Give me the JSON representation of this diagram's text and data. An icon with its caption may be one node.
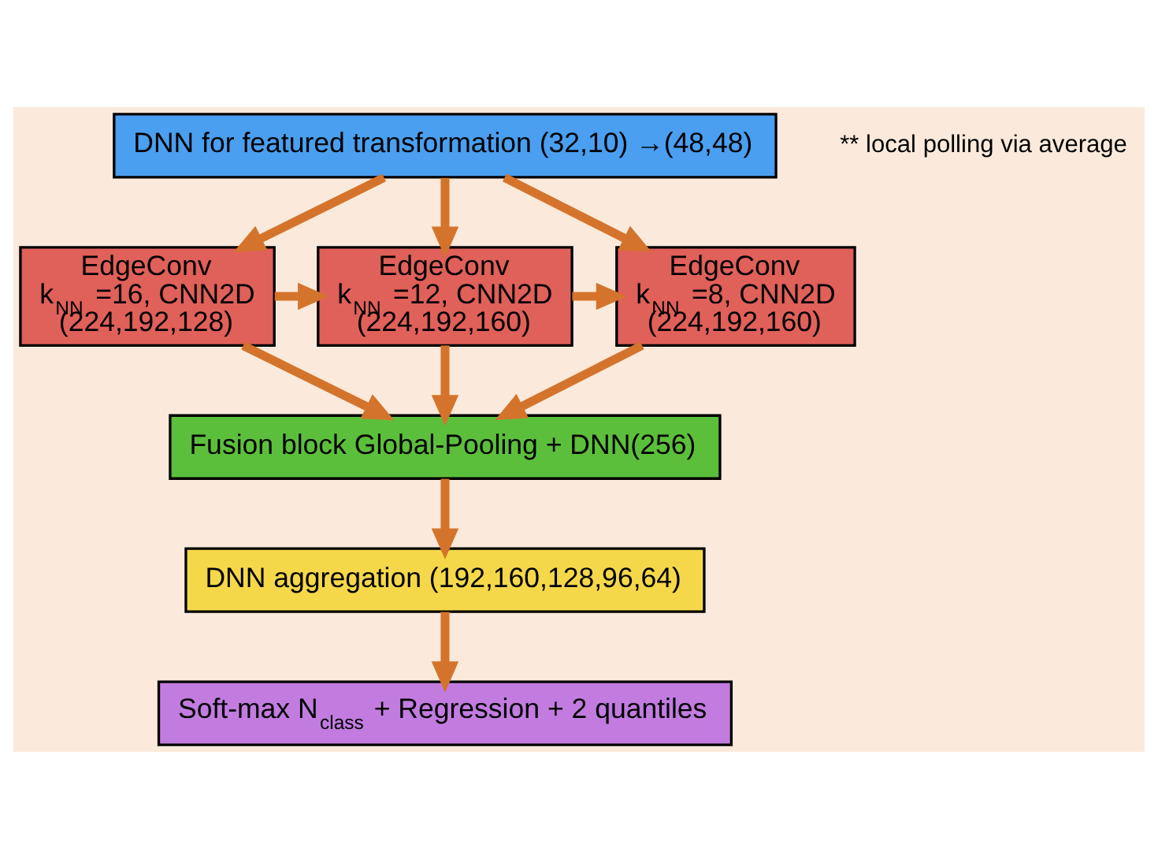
{
  "diagram": {
    "nodes": [
      {
        "text": [
          "DNN for featured transformation (32,10) →(48,48)"
        ]
      },
      {
        "text": [
          "EdgeConv",
          "k$_{NN}$ =16, CNN2D",
          "(224,192,128)"
        ]
      },
      {
        "text": [
          "EdgeConv",
          "k$_{NN}$ =12, CNN2D",
          "(224,192,160)"
        ]
      },
      {
        "text": [
          "EdgeConv",
          "k$_{NN}$ =8, CNN2D",
          "(224,192,160)"
        ]
      },
      {
        "text": [
          "Fusion block Global-Pooling + DNN(256)"
        ]
      },
      {
        "text": [
          "DNN aggregation (192,160,128,96,64)"
        ]
      },
      {
        "text": [
          "Soft-max N$_{class}$ + Regression + 2 quantiles"
        ]
      }
    ],
    "edges": [
      {
        "from": 0,
        "to": 1,
        "arrow": "to"
      },
      {
        "from": 0,
        "to": 2,
        "arrow": "to"
      },
      {
        "from": 0,
        "to": 3,
        "arrow": "to"
      },
      {
        "from": 1,
        "to": 2,
        "arrow": "to"
      },
      {
        "from": 2,
        "to": 3,
        "arrow": "to"
      },
      {
        "from": 1,
        "to": 4,
        "arrow": "to"
      },
      {
        "from": 2,
        "to": 4,
        "arrow": "to"
      },
      {
        "from": 3,
        "to": 4,
        "arrow": "to"
      },
      {
        "from": 4,
        "to": 5,
        "arrow": "to"
      },
      {
        "from": 5,
        "to": 6,
        "arrow": "to"
      }
    ],
    "labels": [
      "** local polling via average"
    ]
  }
}
